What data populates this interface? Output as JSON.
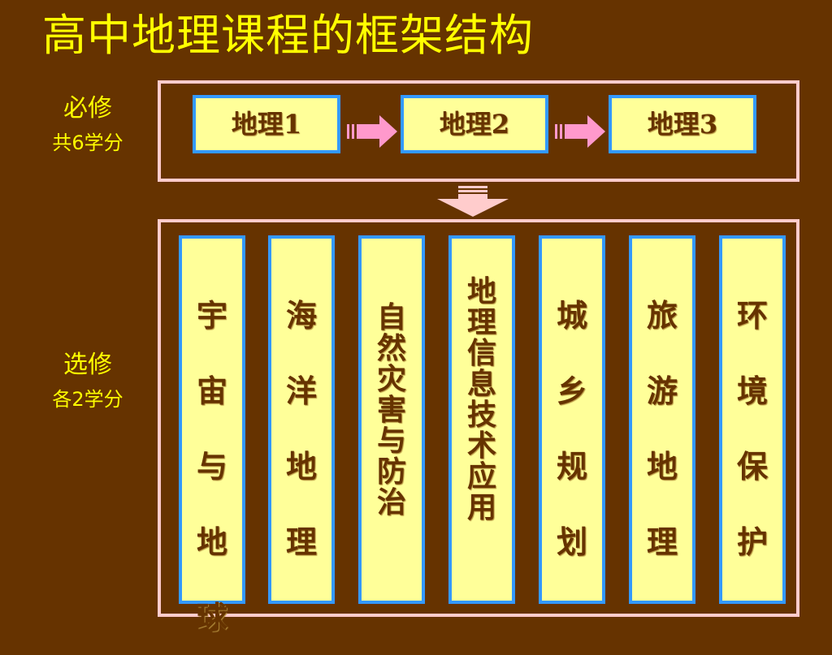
{
  "title": "高中地理课程的框架结构",
  "required": {
    "label": "必修",
    "credits": "共6学分"
  },
  "elective": {
    "label": "选修",
    "credits": "各2学分"
  },
  "required_courses": [
    "地理1",
    "地理2",
    "地理3"
  ],
  "elective_courses": [
    "宇宙与地球",
    "海洋地理",
    "自然灾害与防治",
    "地理信息技术应用",
    "城乡规划",
    "旅游地理",
    "环境保护"
  ],
  "colors": {
    "background": "#663300",
    "title": "#ffff00",
    "frame": "#ffcccc",
    "box_fill": "#ffff99",
    "box_border": "#3399ff",
    "box_text": "#663300",
    "arrow": "#ff99cc"
  }
}
